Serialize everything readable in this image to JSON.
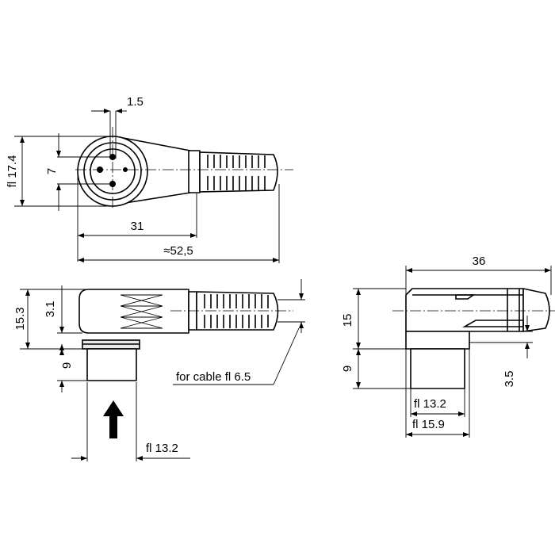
{
  "dimensions": {
    "pin_width": "1.5",
    "diameter_outer": "fl 17.4",
    "pin_spacing": "7",
    "length_31": "31",
    "length_total": "≈52,5",
    "height_side": "15.3",
    "offset_3_1": "3.1",
    "nut_height": "9",
    "diameter_nut": "fl 13.2",
    "cable_note": "for cable fl 6.5",
    "width_right": "36",
    "height_right": "15",
    "height_right_lower": "9",
    "diameter_right_inner": "fl 13.2",
    "diameter_right_outer": "fl 15.9",
    "offset_3_5": "3.5"
  }
}
